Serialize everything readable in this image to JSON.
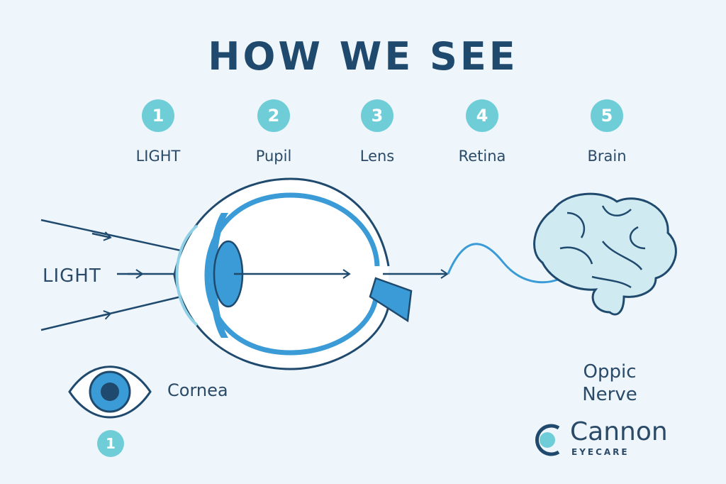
{
  "title": "HOW WE SEE",
  "steps": [
    {
      "num": "1",
      "label": "LIGHT"
    },
    {
      "num": "2",
      "label": "Pupil"
    },
    {
      "num": "3",
      "label": "Lens"
    },
    {
      "num": "4",
      "label": "Retina"
    },
    {
      "num": "5",
      "label": "Brain"
    }
  ],
  "light_label": "LIGHT",
  "cornea": {
    "label": "Cornea",
    "num": "1"
  },
  "optic_nerve": {
    "line1": "Oppic",
    "line2": "Nerve"
  },
  "brand": {
    "name": "Cannon",
    "sub": "EYECARE"
  },
  "colors": {
    "dark": "#1f4a6e",
    "blue": "#3a9bd6",
    "teal": "#6fcdd8",
    "brain": "#cfeaf1",
    "background": "#eef6fb"
  }
}
